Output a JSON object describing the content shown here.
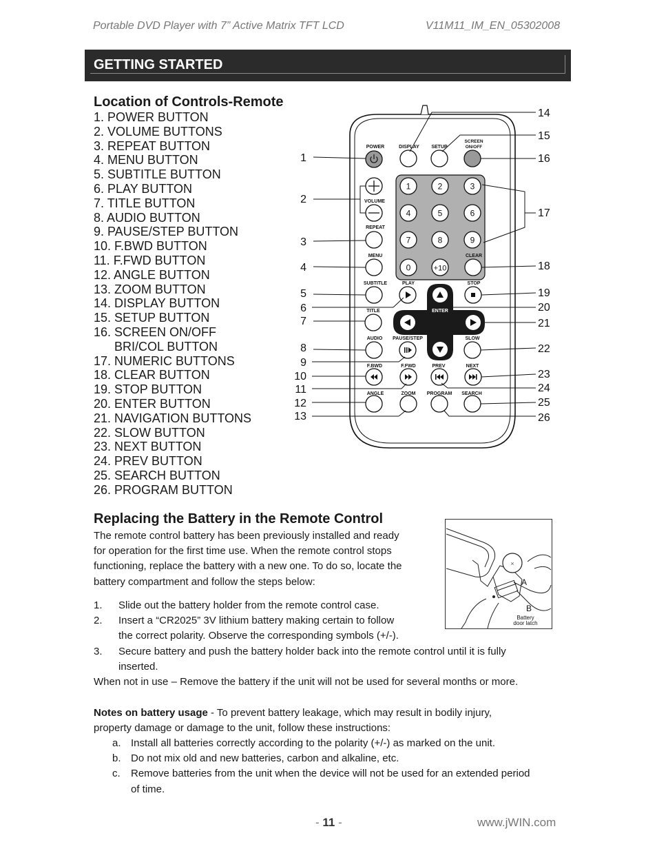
{
  "header": {
    "left": "Portable DVD Player with 7” Active Matrix TFT LCD",
    "right": "V11M11_IM_EN_05302008"
  },
  "section_title": "GETTING STARTED",
  "controls": {
    "heading": "Location of Controls-Remote",
    "items": [
      "1. POWER BUTTON",
      "2. VOLUME BUTTONS",
      "3. REPEAT BUTTON",
      "4. MENU BUTTON",
      "5. SUBTITLE BUTTON",
      "6. PLAY BUTTON",
      "7. TITLE BUTTON",
      "8. AUDIO BUTTON",
      "9. PAUSE/STEP BUTTON",
      "10. F.BWD BUTTON",
      "11. F.FWD BUTTON",
      "12. ANGLE BUTTON",
      "13. ZOOM BUTTON",
      "14. DISPLAY BUTTON",
      "15. SETUP BUTTON",
      "16. SCREEN ON/OFF",
      "BRI/COL BUTTON",
      "17. NUMERIC BUTTONS",
      "18. CLEAR BUTTON",
      "19. STOP BUTTON",
      "20. ENTER BUTTON",
      "21. NAVIGATION BUTTONS",
      "22. SLOW BUTTON",
      "23. NEXT BUTTON",
      "24. PREV BUTTON",
      "25. SEARCH BUTTON",
      "26. PROGRAM BUTTON"
    ]
  },
  "remote": {
    "labels": {
      "power": "POWER",
      "display": "DISPLAY",
      "setup": "SETUP",
      "screen1": "SCREEN",
      "screen2": "ON/OFF",
      "volume": "VOLUME",
      "repeat": "REPEAT",
      "menu": "MENU",
      "clear": "CLEAR",
      "subtitle": "SUBTITLE",
      "play": "PLAY",
      "stop": "STOP",
      "title": "TITLE",
      "enter": "ENTER",
      "audio": "AUDIO",
      "pause": "PAUSE/STEP",
      "slow": "SLOW",
      "fbwd": "F.BWD",
      "ffwd": "F.FWD",
      "prev": "PREV",
      "next": "NEXT",
      "angle": "ANGLE",
      "zoom": "ZOOM",
      "program": "PROGRAM",
      "search": "SEARCH"
    },
    "numpad": [
      "1",
      "2",
      "3",
      "4",
      "5",
      "6",
      "7",
      "8",
      "9",
      "0",
      "+10"
    ],
    "callouts_left": [
      "1",
      "2",
      "3",
      "4",
      "5",
      "6",
      "7",
      "8",
      "9",
      "10",
      "11",
      "12",
      "13"
    ],
    "callouts_right": [
      "14",
      "15",
      "16",
      "17",
      "18",
      "19",
      "20",
      "21",
      "22",
      "23",
      "24",
      "25",
      "26"
    ]
  },
  "battery": {
    "heading": "Replacing the Battery in the Remote Control",
    "intro": [
      "The remote control battery has been previously installed and ready",
      "for operation for the first time use. When the remote control stops",
      "functioning, replace the battery with a new one. To do so, locate the",
      "battery compartment and follow the steps below:"
    ],
    "steps": [
      {
        "num": "1.",
        "lines": [
          "Slide out the battery holder from the remote control case."
        ]
      },
      {
        "num": "2.",
        "lines": [
          "Insert a “CR2025” 3V lithium battery making certain to follow",
          "the correct polarity. Observe the corresponding symbols (+/-)."
        ]
      },
      {
        "num": "3.",
        "lines": [
          "Secure battery and push the battery holder back into the remote control until it is fully",
          "inserted."
        ]
      }
    ],
    "warning": "When not in use – Remove the battery if the unit will not be used for several months or more.",
    "figure": {
      "label_a": "A",
      "label_b": "B",
      "caption1": "Battery",
      "caption2": "door latch"
    }
  },
  "notes": {
    "bold": "Notes on battery usage",
    "rest": " - To prevent battery leakage, which may result in bodily injury,",
    "line2": "property damage or damage to the unit, follow these instructions:",
    "items": [
      {
        "num": "a.",
        "lines": [
          "Install all batteries correctly according to the polarity (+/-) as marked on the unit."
        ]
      },
      {
        "num": "b.",
        "lines": [
          "Do not mix old and new batteries, carbon and alkaline, etc."
        ]
      },
      {
        "num": "c.",
        "lines": [
          "Remove batteries from the unit when the device will not be used for an extended period",
          "of time."
        ]
      }
    ]
  },
  "footer": {
    "page_prefix": "- ",
    "page": "11",
    "page_suffix": " -",
    "url": "www.jWIN.com"
  }
}
